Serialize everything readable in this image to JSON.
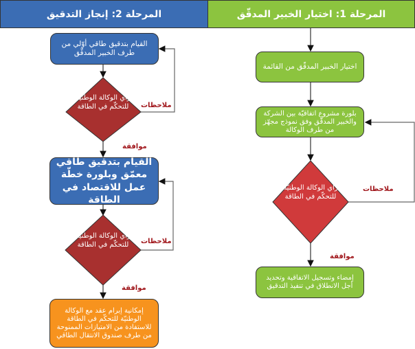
{
  "colors": {
    "blue": "#3b6db4",
    "green": "#8cc43f",
    "red_dark": "#a8302f",
    "red": "#d03a3b",
    "orange": "#f7931e"
  },
  "phase2": {
    "title": "المرحلة 2: إنجاز التدقيق",
    "step1": "القيام بتدقيق طاقي أوّلي من طرف الخبير المدقّق",
    "decision1": "رأي الوكالة الوطنيّة للتحكّم في الطاقة",
    "feedback1": "ملاحظات",
    "approve1": "موافقة",
    "step2": "القيام بتدقيق طاقي معمّق وبلورة خطّة عمل للاقتصاد في الطاقة",
    "decision2": "رأي الوكالة الوطنيّة للتحكّم في الطاقة",
    "feedback2": "ملاحظات",
    "approve2": "موافقة",
    "step3": "إمكانية إبرام عقد مع الوكالة الوطنيّة للتحكّم في الطاقة للاستفادة من الامتيازات الممنوحة من طرف صندوق الانتقال الطاقي"
  },
  "phase1": {
    "title": "المرحلة 1: اختيار الخبير المدقّق",
    "step1": "اختيار الخبير المدقّق من القائمة",
    "step2": "بلورة مشروع اتفاقيّة بين الشركة والخبير المدقّق وفق نموذج مجهّز من طرف الوكالة",
    "decision": "رأي الوكالة الوطنيّة للتحكّم في الطاقة",
    "feedback": "ملاحظات",
    "approve": "موافقة",
    "step3": "إمضاء وتسجيل الاتفاقية وتحديد أجل الانطلاق في تنفيذ التدقيق"
  }
}
